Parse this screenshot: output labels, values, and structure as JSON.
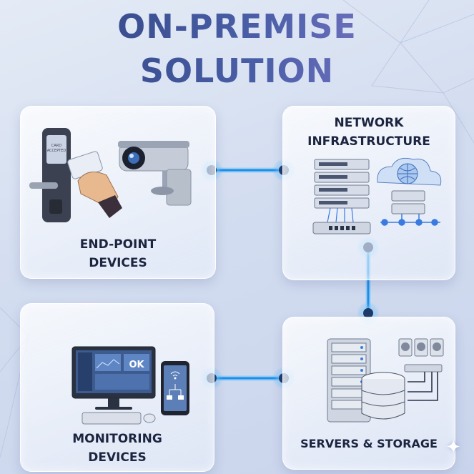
{
  "title": {
    "line1": "ON-PREMISE",
    "line2": "SOLUTION"
  },
  "nodes": {
    "endpoint": {
      "line1": "END-POINT",
      "line2": "DEVICES",
      "lock_text_1": "CARD",
      "lock_text_2": "ACCEPTED"
    },
    "network": {
      "line1": "NETWORK",
      "line2": "INFRASTRUCTURE"
    },
    "monitoring": {
      "line1": "MONITORING",
      "line2": "DEVICES",
      "screen_ok": "OK"
    },
    "servers": {
      "line1": "SERVERS & STORAGE"
    }
  },
  "connections": [
    {
      "from": "endpoint",
      "to": "network"
    },
    {
      "from": "network",
      "to": "servers"
    },
    {
      "from": "servers",
      "to": "monitoring"
    }
  ],
  "colors": {
    "title_start": "#2c3f7c",
    "title_end": "#8d7fd0",
    "link_glow": "#3fb4ff",
    "node_blue": "#1f7fd8"
  }
}
